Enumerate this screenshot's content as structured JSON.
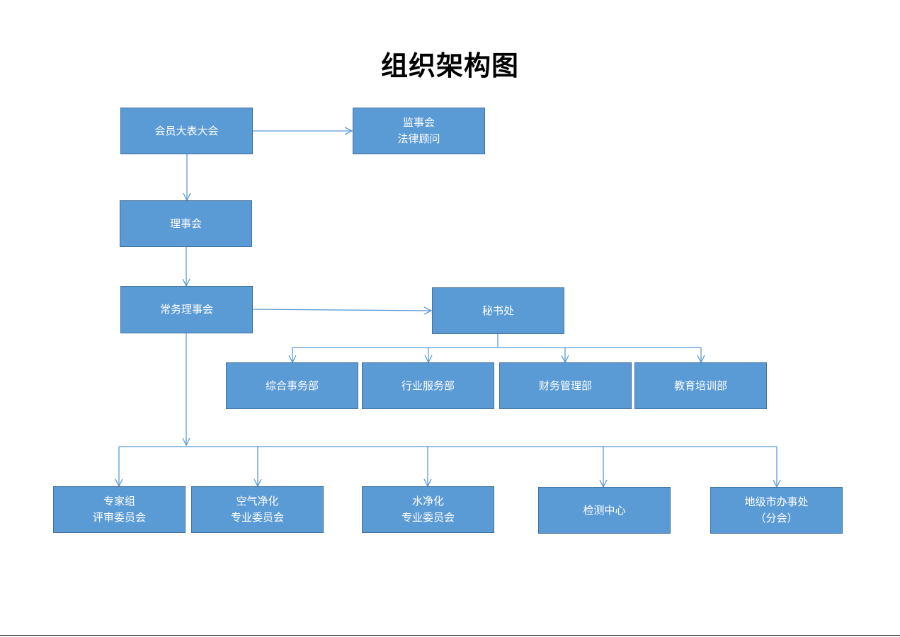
{
  "title": "组织架构图",
  "nodes": {
    "assembly": [
      "会员大表大会"
    ],
    "supervisory": [
      "监事会",
      "法律顾问"
    ],
    "council": [
      "理事会"
    ],
    "standing": [
      "常务理事会"
    ],
    "secretariat": [
      "秘书处"
    ],
    "dept_general": [
      "综合事务部"
    ],
    "dept_industry": [
      "行业服务部"
    ],
    "dept_finance": [
      "财务管理部"
    ],
    "dept_education": [
      "教育培训部"
    ],
    "expert": [
      "专家组",
      "评审委员会"
    ],
    "air": [
      "空气净化",
      "专业委员会"
    ],
    "water": [
      "水净化",
      "专业委员会"
    ],
    "testing": [
      "检测中心"
    ],
    "local": [
      "地级市办事处",
      "（分会）"
    ]
  },
  "colors": {
    "box_fill": "#5b9bd5",
    "box_border": "#41719c",
    "connector": "#5b9bd5",
    "box_text": "#ffffff"
  }
}
